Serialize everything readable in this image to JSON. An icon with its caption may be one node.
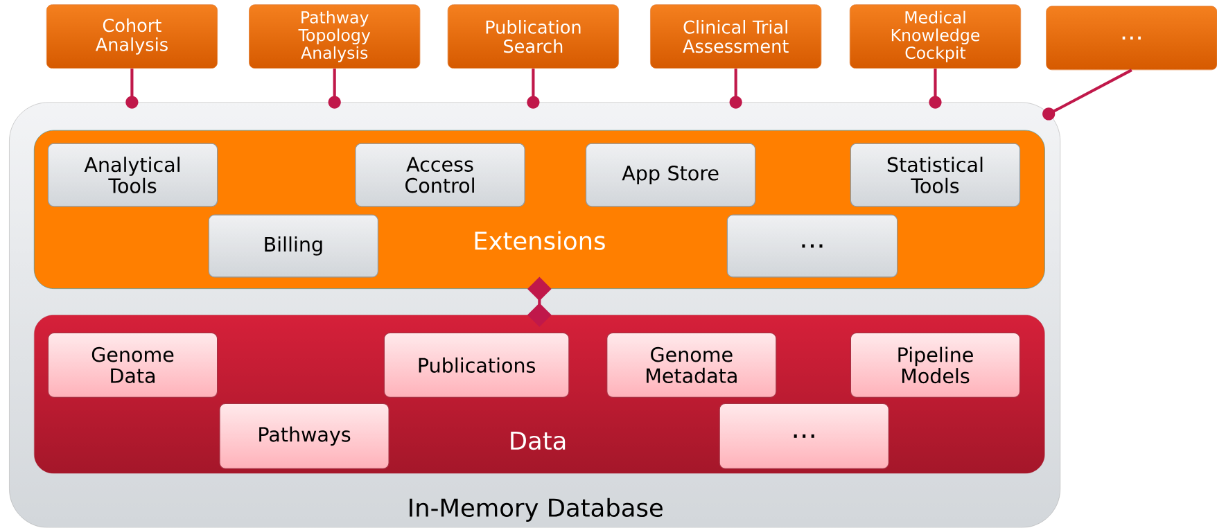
{
  "diagram": {
    "nodes": [
      {
        "text": [
          "In-Memory Database"
        ]
      },
      {
        "text": [
          "Extensions"
        ],
        "in": 0
      },
      {
        "text": [
          "Analytical Tools"
        ],
        "in": 1
      },
      {
        "text": [
          "Access Control"
        ],
        "in": 1
      },
      {
        "text": [
          "App Store"
        ],
        "in": 1
      },
      {
        "text": [
          "Statistical Tools"
        ],
        "in": 1
      },
      {
        "text": [
          "Billing"
        ],
        "in": 1
      },
      {
        "text": [
          "..."
        ],
        "in": 1
      },
      {
        "text": [
          "Data"
        ],
        "in": 0
      },
      {
        "text": [
          "Genome Data"
        ],
        "in": 8
      },
      {
        "text": [
          "Publications"
        ],
        "in": 8
      },
      {
        "text": [
          "Genome Metadata"
        ],
        "in": 8
      },
      {
        "text": [
          "Pipeline Models"
        ],
        "in": 8
      },
      {
        "text": [
          "Pathways"
        ],
        "in": 8
      },
      {
        "text": [
          "..."
        ],
        "in": 8
      },
      {
        "text": [
          "Cohort Analysis"
        ]
      },
      {
        "text": [
          "Pathway Topology Analysis"
        ]
      },
      {
        "text": [
          "Publication Search"
        ]
      },
      {
        "text": [
          "Clinical Trial Assessment"
        ]
      },
      {
        "text": [
          "Medical Knowledge Cockpit"
        ]
      },
      {
        "text": [
          "..."
        ]
      }
    ],
    "edges": [
      {
        "from": 15,
        "to": 0,
        "arrow": "other"
      },
      {
        "from": 16,
        "to": 0,
        "arrow": "other"
      },
      {
        "from": 17,
        "to": 0,
        "arrow": "other"
      },
      {
        "from": 18,
        "to": 0,
        "arrow": "other"
      },
      {
        "from": 19,
        "to": 0,
        "arrow": "other"
      },
      {
        "from": 20,
        "to": 0,
        "arrow": "other"
      },
      {
        "from": 1,
        "to": 8,
        "arrow": "other"
      }
    ]
  }
}
